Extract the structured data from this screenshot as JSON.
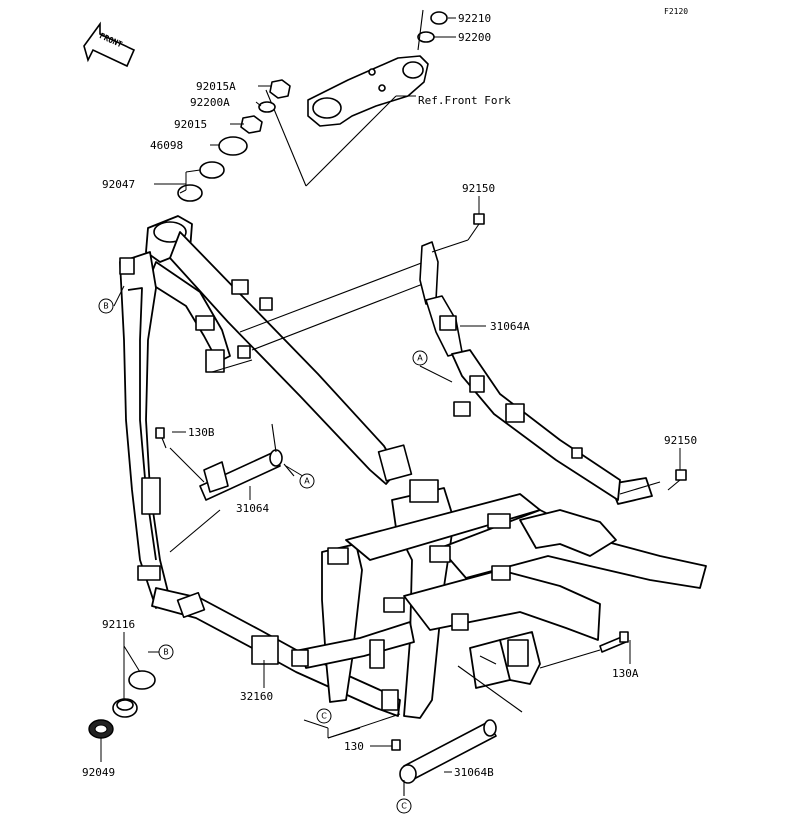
{
  "figure_code": "F2120",
  "direction_label": "FRONT",
  "callouts": {
    "p92210": "92210",
    "p92200": "92200",
    "ref_front_fork": "Ref.Front Fork",
    "p92015A": "92015A",
    "p92200A": "92200A",
    "p92015": "92015",
    "p46098": "46098",
    "p92047": "92047",
    "p92150_top": "92150",
    "p31064A": "31064A",
    "p130B": "130B",
    "p31064": "31064",
    "p92150_right": "92150",
    "p92116": "92116",
    "p32160": "32160",
    "p130A": "130A",
    "p130": "130",
    "p31064B": "31064B",
    "p92049": "92049"
  },
  "refs": {
    "a": "A",
    "b": "B",
    "c": "C"
  }
}
